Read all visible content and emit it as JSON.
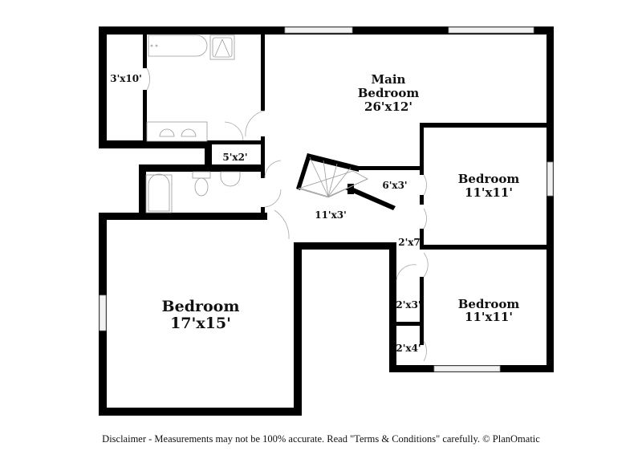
{
  "floorplan": {
    "rooms": {
      "main_bedroom": {
        "name_line1": "Main",
        "name_line2": "Bedroom",
        "dims": "26'x12'"
      },
      "bedroom_large": {
        "name": "Bedroom",
        "dims": "17'x15'"
      },
      "bedroom_upper_right": {
        "name": "Bedroom",
        "dims": "11'x11'"
      },
      "bedroom_lower_right": {
        "name": "Bedroom",
        "dims": "11'x11'"
      },
      "closet_main": {
        "dims": "3'x10'"
      },
      "linen_closet": {
        "dims": "5'x2'"
      },
      "landing": {
        "dims": "6'x3'"
      },
      "hallway": {
        "dims": "11'x3'"
      },
      "hall_closet": {
        "dims": "2'x7"
      },
      "closet_small_a": {
        "dims": "2'x3'"
      },
      "closet_small_b": {
        "dims": "2'x4'"
      }
    },
    "colors": {
      "wall": "#000000",
      "fixture_line": "#9a9a9a",
      "background": "#ffffff"
    }
  },
  "footer": {
    "disclaimer": "Disclaimer - Measurements may not be 100% accurate. Read \"Terms & Conditions\" carefully. © PlanOmatic"
  }
}
